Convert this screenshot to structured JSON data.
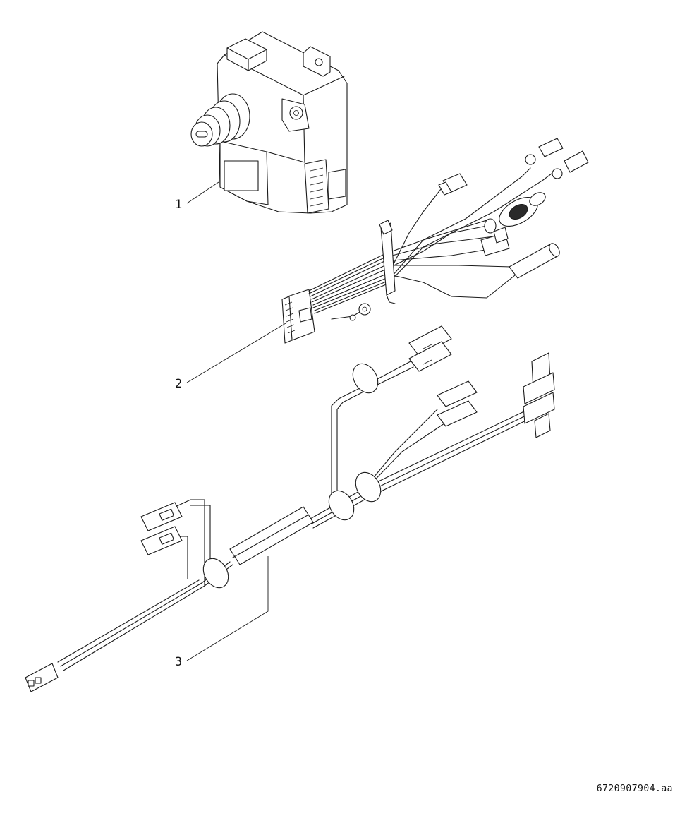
{
  "callouts": {
    "part1": "1",
    "part2": "2",
    "part3": "3"
  },
  "drawing_id": "6720907904.aa",
  "colors": {
    "line": "#1a1a1a",
    "background": "#ffffff"
  }
}
